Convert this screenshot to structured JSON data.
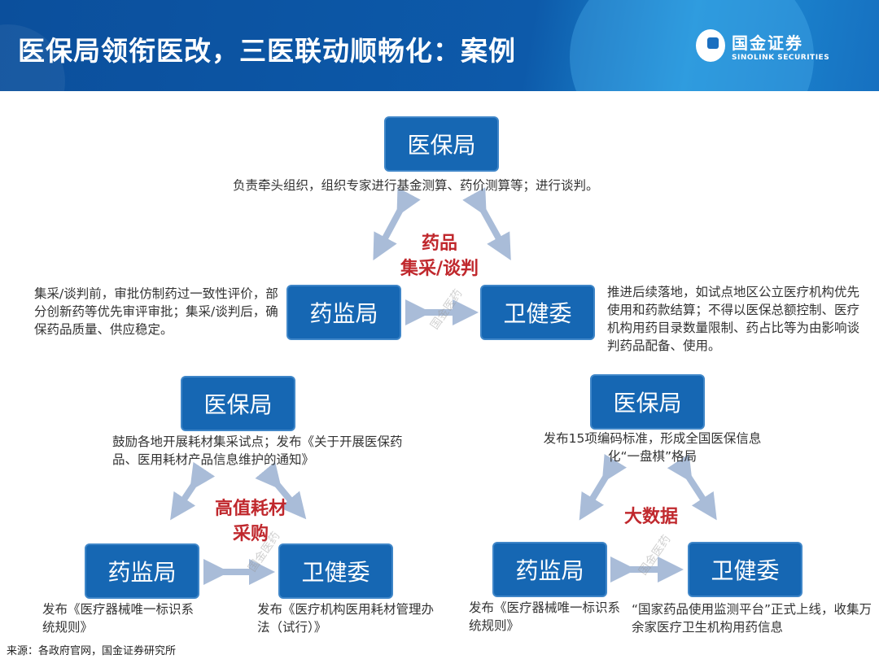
{
  "header": {
    "title": "医保局领衔医改，三医联动顺畅化：案例",
    "logo_cn": "国金证券",
    "logo_en": "SINOLINK SECURITIES"
  },
  "top": {
    "ybj": "医保局",
    "yjj": "药监局",
    "wjw": "卫健委",
    "label_line1": "药品",
    "label_line2": "集采/谈判",
    "ybj_text": "负责牵头组织，组织专家进行基金测算、药价测算等；进行谈判。",
    "yjj_text": "集采/谈判前，审批仿制药过一致性评价，部分创新药等优先审评审批；集采/谈判后，确保药品质量、供应稳定。",
    "wjw_text": "推进后续落地，如试点地区公立医疗机构优先使用和药款结算；不得以医保总额控制、医疗机构用药目录数量限制、药占比等为由影响谈判药品配备、使用。"
  },
  "left": {
    "ybj": "医保局",
    "yjj": "药监局",
    "wjw": "卫健委",
    "label_line1": "高值耗材",
    "label_line2": "采购",
    "ybj_text": "鼓励各地开展耗材集采试点；发布《关于开展医保药品、医用耗材产品信息维护的通知》",
    "yjj_text": "发布《医疗器械唯一标识系统规则》",
    "wjw_text": "发布《医疗机构医用耗材管理办法（试行）》"
  },
  "right": {
    "ybj": "医保局",
    "yjj": "药监局",
    "wjw": "卫健委",
    "label_line1": "大数据",
    "ybj_text": "发布15项编码标准，形成全国医保信息化“一盘棋”格局",
    "yjj_text": "发布《医疗器械唯一标识系统规则》",
    "wjw_text": "“国家药品使用监测平台”正式上线，收集万余家医疗卫生机构用药信息"
  },
  "watermark": "国金医药",
  "source": "来源：各政府官网，国金证券研究所",
  "colors": {
    "box": "#1667b3",
    "label": "#c0282d",
    "arrow": "#a9bcd8",
    "header": "#0d5aaa"
  }
}
